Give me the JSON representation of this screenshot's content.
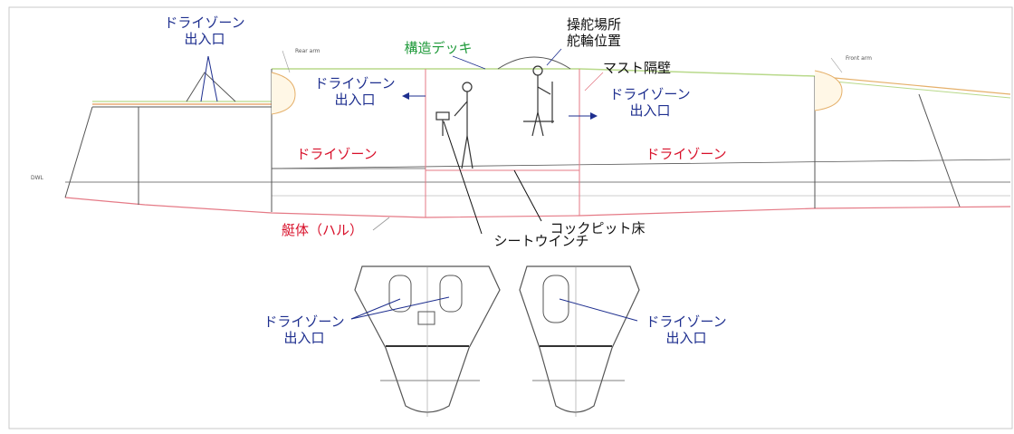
{
  "colors": {
    "blue": "#1e2f8f",
    "green": "#1f9a3a",
    "red": "#d8102a",
    "black": "#111111",
    "line": "#555555",
    "hull": "#e57a86",
    "deck": "#b8d98a"
  },
  "labels": {
    "dry_zone_entry_top_left": "ドライゾーン\n出入口",
    "structural_deck": "構造デッキ",
    "helm_steering_position": "操舵場所\n舵輪位置",
    "mast_bulkhead": "マスト隔壁",
    "dry_zone_entry_center": "ドライゾーン\n出入口",
    "dry_zone_entry_right": "ドライゾーン\n出入口",
    "dry_zone_center": "ドライゾーン",
    "dry_zone_right": "ドライゾーン",
    "hull": "艇体（ハル）",
    "cockpit_floor": "コックピット床",
    "seat_winch": "シートウインチ",
    "dry_zone_entry_section_left": "ドライゾーン\n出入口",
    "dry_zone_entry_section_right": "ドライゾーン\n出入口"
  },
  "drawing_text": {
    "rear_arm": "Rear arm",
    "front_arm": "Front arm",
    "dwl": "DWL"
  }
}
